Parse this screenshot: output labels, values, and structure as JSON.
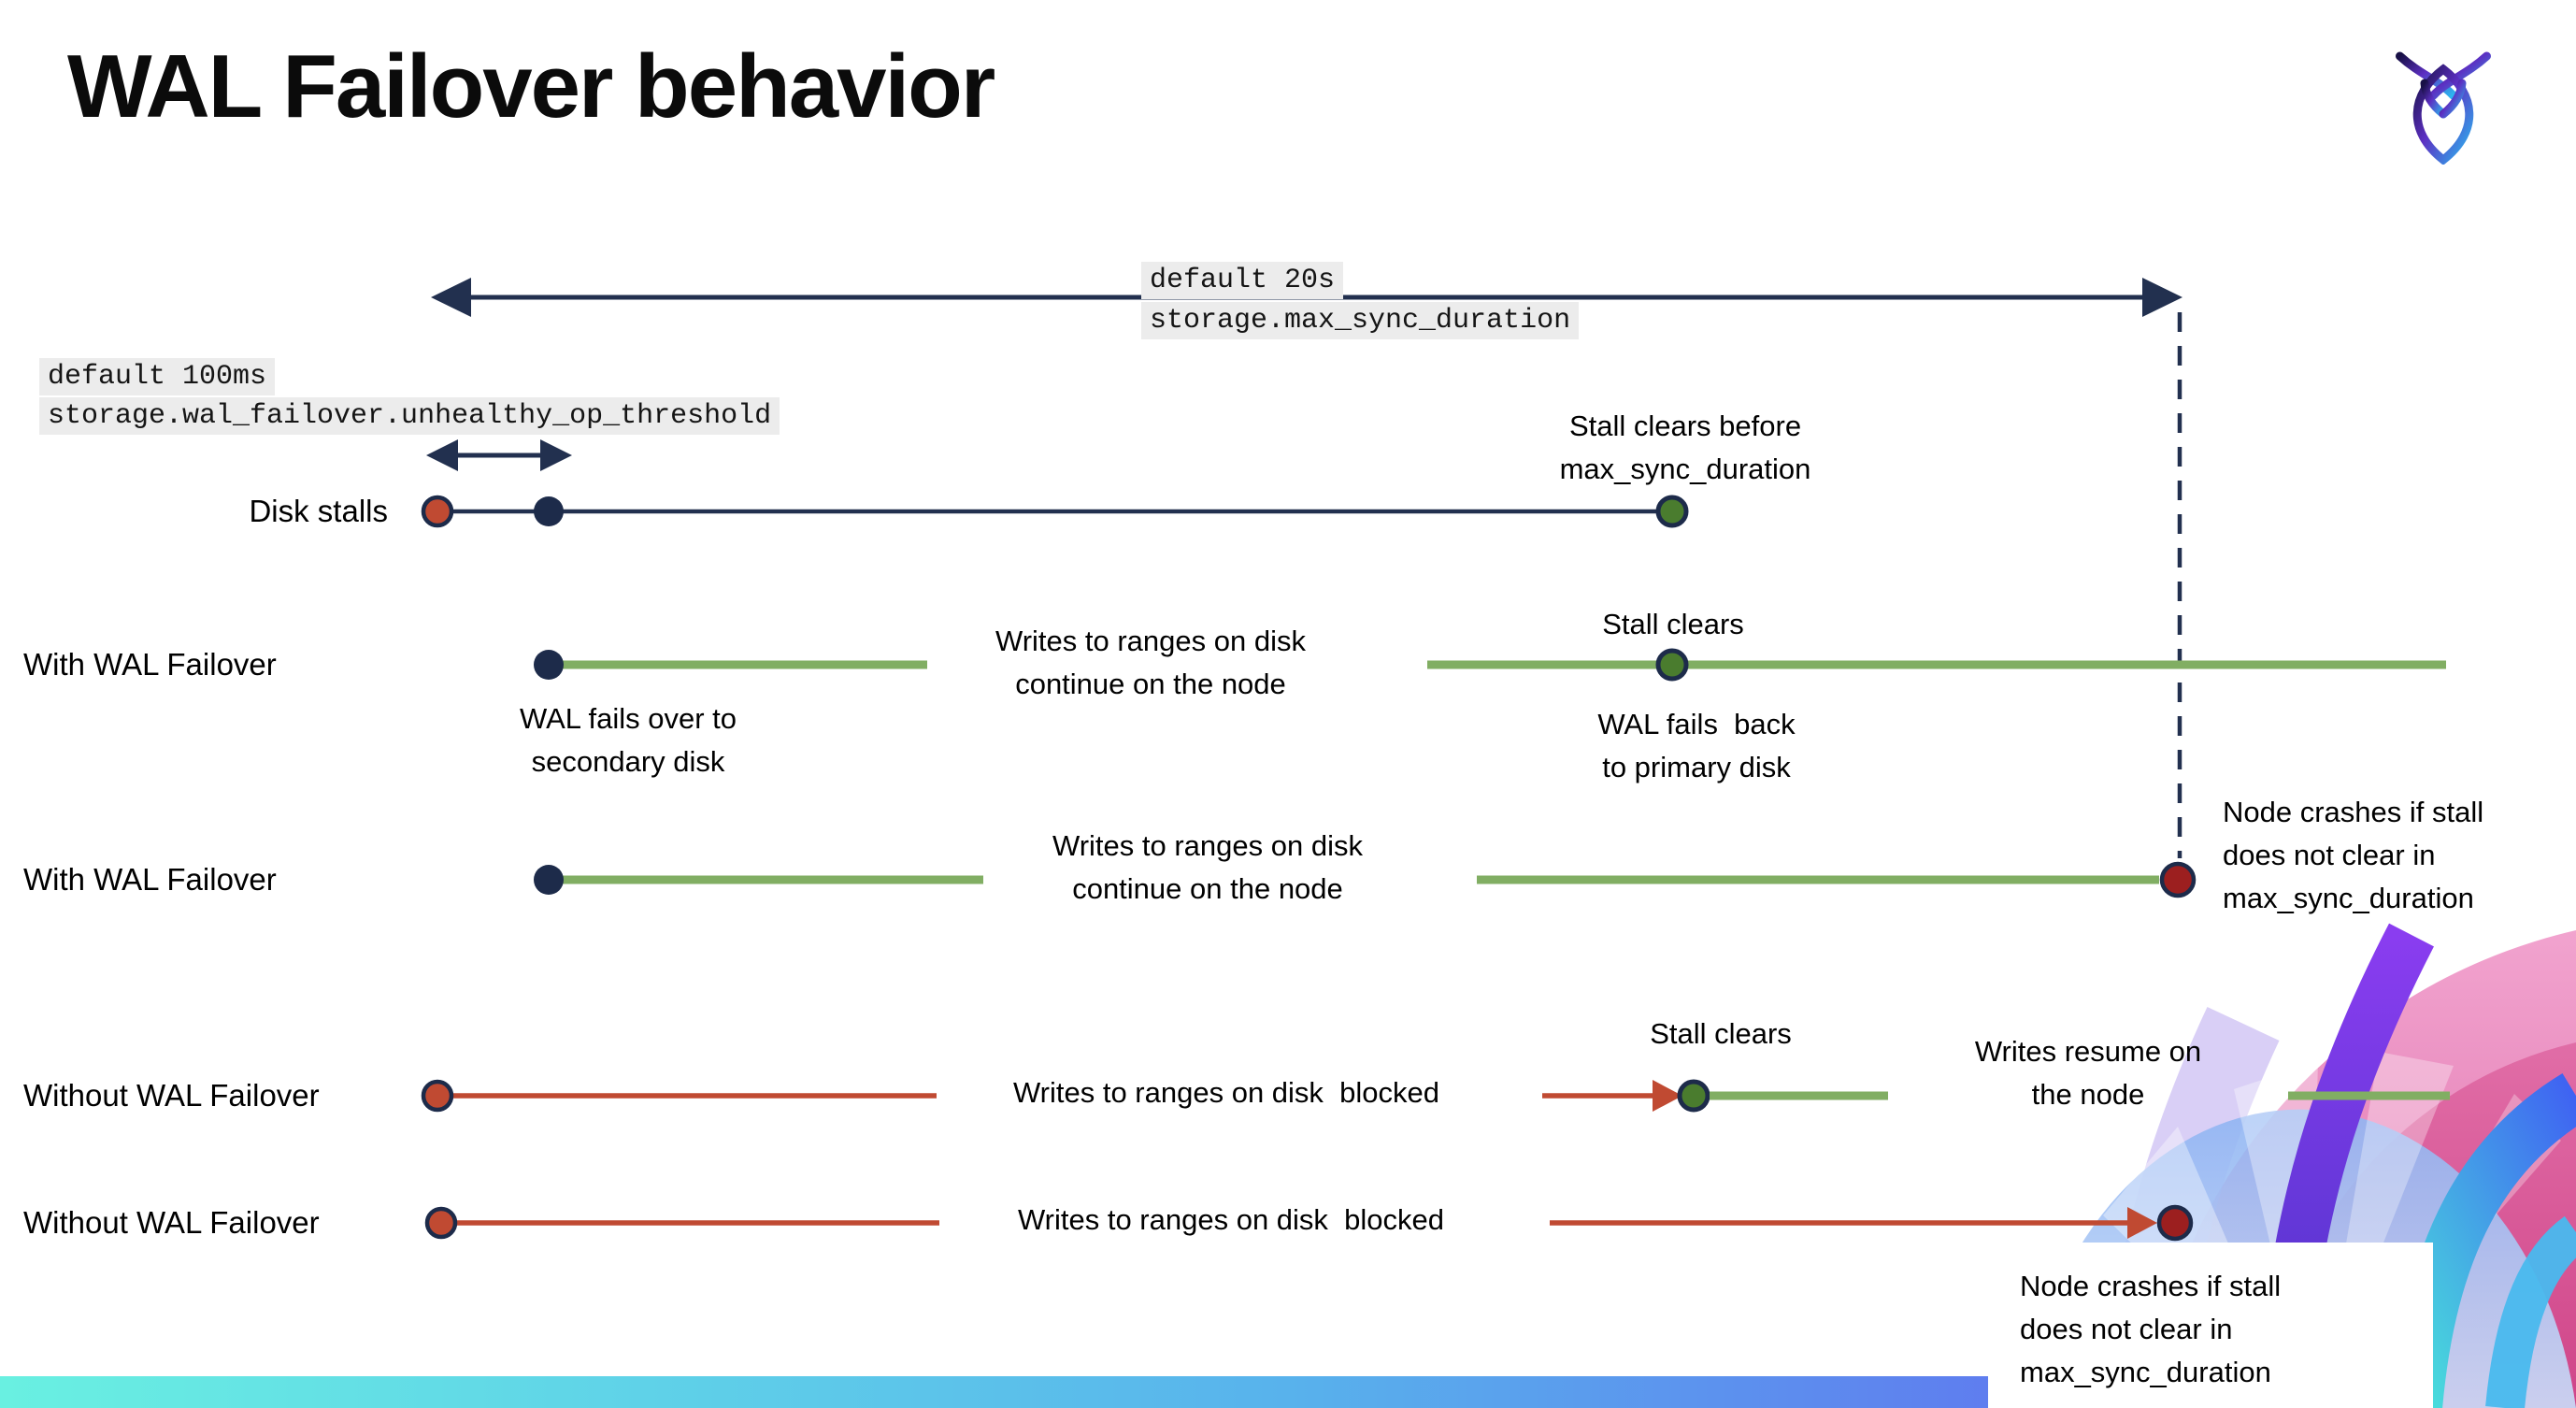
{
  "slide": {
    "title": "WAL Failover behavior",
    "brand_logo": "cockroachdb-logo"
  },
  "settings_annotations": {
    "max_sync_duration": {
      "default_label": "default 20s",
      "setting_name": "storage.max_sync_duration"
    },
    "unhealthy_op_threshold": {
      "default_label": "default 100ms",
      "setting_name": "storage.wal_failover.unhealthy_op_threshold"
    }
  },
  "timelines": [
    {
      "label": "Disk stalls",
      "events": {
        "stall_clears_before": "Stall clears before\nmax_sync_duration"
      }
    },
    {
      "label": "With WAL Failover",
      "events": {
        "failover": "WAL fails over to\nsecondary disk",
        "writes_continue": "Writes to ranges on disk\ncontinue on the node",
        "stall_clears": "Stall clears",
        "failback": "WAL fails  back\nto primary disk"
      }
    },
    {
      "label": "With WAL Failover",
      "events": {
        "writes_continue": "Writes to ranges on disk\ncontinue on the node",
        "node_crashes": "Node crashes if stall\ndoes not clear in\nmax_sync_duration"
      }
    },
    {
      "label": "Without WAL Failover",
      "events": {
        "writes_blocked": "Writes to ranges on disk  blocked",
        "stall_clears": "Stall clears",
        "writes_resume": "Writes resume on\nthe node"
      }
    },
    {
      "label": "Without WAL Failover",
      "events": {
        "writes_blocked": "Writes to ranges on disk  blocked",
        "node_crashes": "Node crashes if stall\ndoes not clear in\nmax_sync_duration"
      }
    }
  ],
  "colors": {
    "navy": "#22304f",
    "dot_navy": "#1d2b4a",
    "stall_red": "#c04a32",
    "crash_red": "#9c1f1f",
    "green_dot": "#4a7c2e",
    "green_line": "#81ae63",
    "annotation_bg": "#ececec",
    "footer_gradient_left": "#69f0e1",
    "footer_gradient_mid": "#58b2ec",
    "footer_gradient_right": "#6c55e9"
  }
}
